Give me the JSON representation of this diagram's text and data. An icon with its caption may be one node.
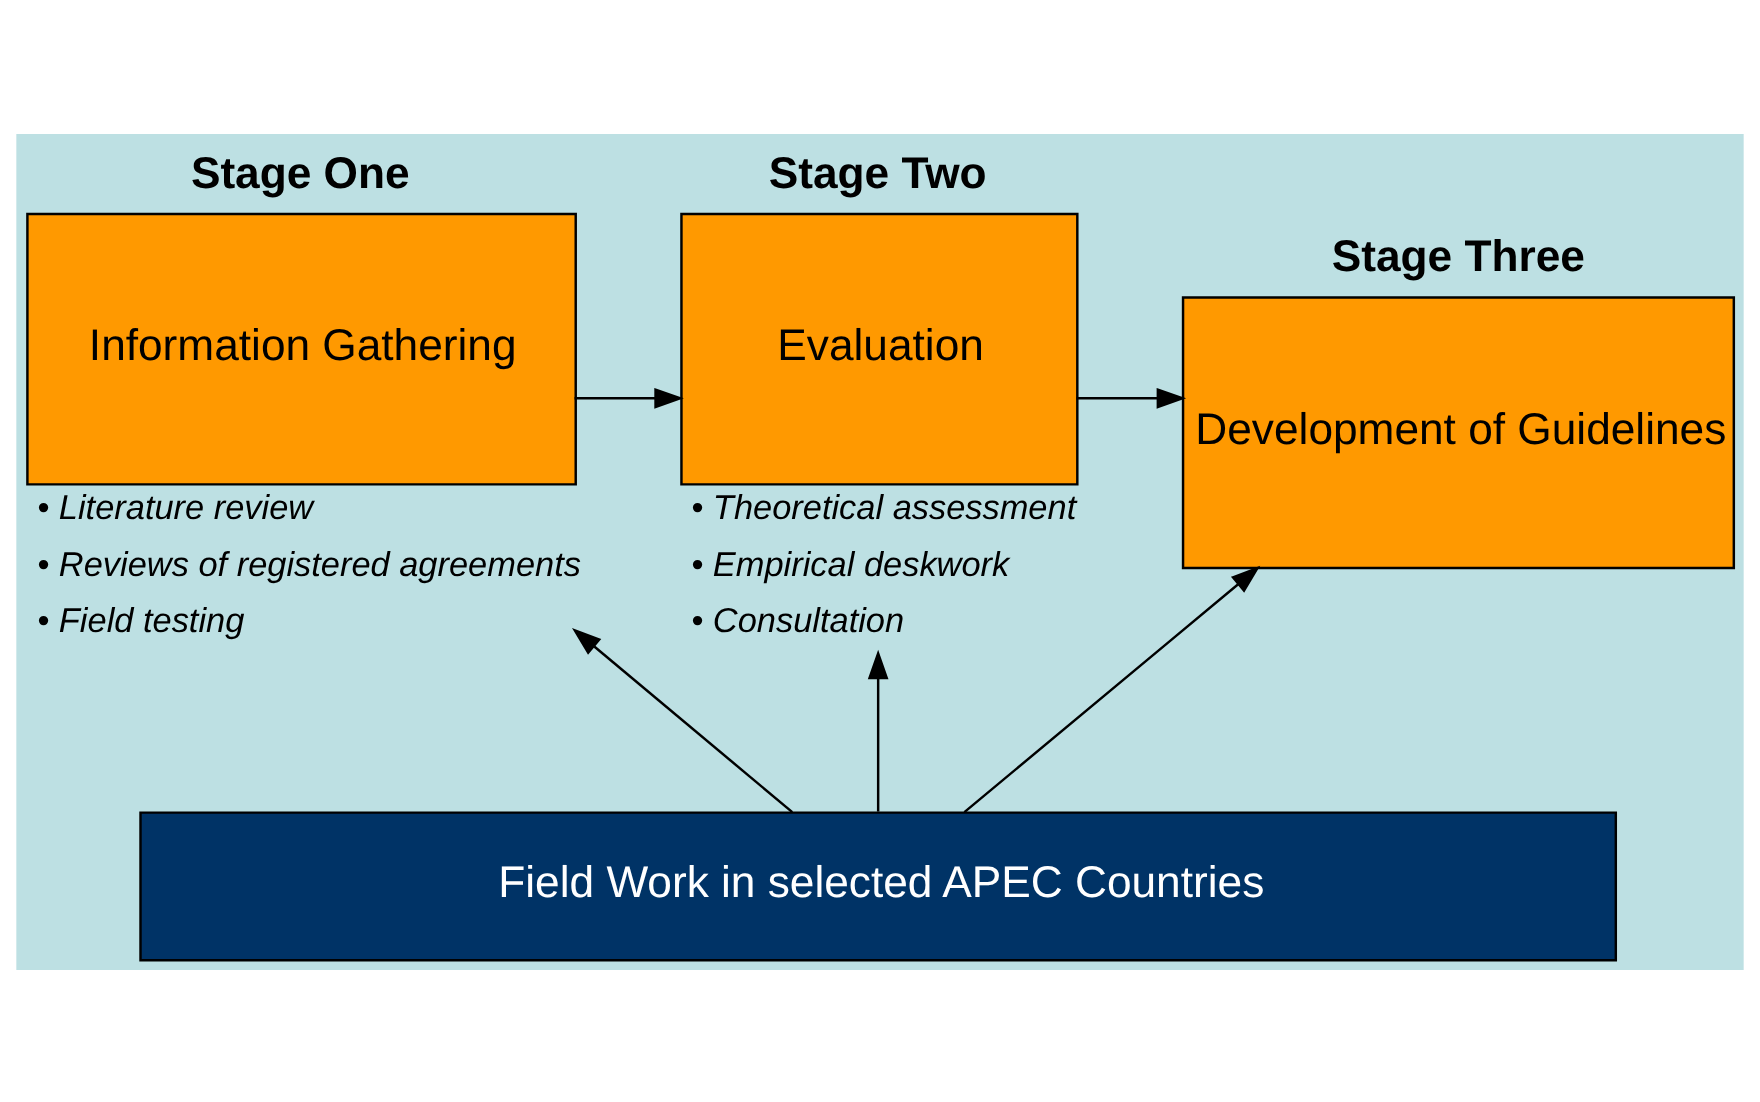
{
  "diagram": {
    "nodes": [
      {
        "text": [
          "Stage One",
          "Information Gathering"
        ],
        "beside": [
          "• Literature review",
          "• Reviews of registered agreements",
          "• Field testing"
        ]
      },
      {
        "text": [
          "Stage Two",
          "Evaluation"
        ],
        "beside": [
          "• Theoretical assessment",
          "• Empirical deskwork",
          "• Consultation"
        ]
      },
      {
        "text": [
          "Stage Three",
          "Development of Guidelines"
        ]
      },
      {
        "text": [
          "Field Work in selected APEC Countries"
        ]
      }
    ],
    "edges": [
      {
        "from": 0,
        "to": 1,
        "arrow": "to"
      },
      {
        "from": 1,
        "to": 2,
        "arrow": "to"
      },
      {
        "from": 3,
        "to": 0,
        "arrow": "to"
      },
      {
        "from": 3,
        "to": 1,
        "arrow": "to"
      },
      {
        "from": 3,
        "to": 2,
        "arrow": "to"
      }
    ]
  }
}
